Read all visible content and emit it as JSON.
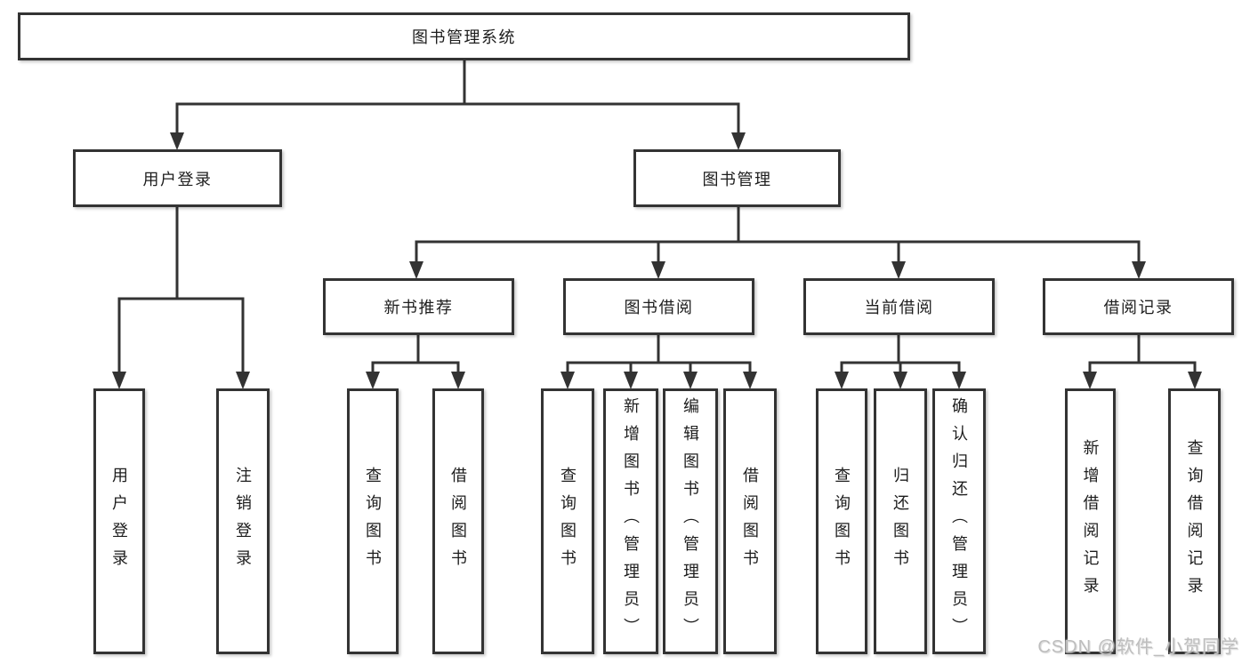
{
  "diagram": {
    "title": "图书管理系统",
    "tree": {
      "label": "图书管理系统",
      "children": [
        {
          "label": "用户登录",
          "children": [
            {
              "label": "用户登录"
            },
            {
              "label": "注销登录"
            }
          ]
        },
        {
          "label": "图书管理",
          "children": [
            {
              "label": "新书推荐",
              "children": [
                {
                  "label": "查询图书"
                },
                {
                  "label": "借阅图书"
                }
              ]
            },
            {
              "label": "图书借阅",
              "children": [
                {
                  "label": "查询图书"
                },
                {
                  "label": "新增图书（管理员）"
                },
                {
                  "label": "编辑图书（管理员）"
                },
                {
                  "label": "借阅图书"
                }
              ]
            },
            {
              "label": "当前借阅",
              "children": [
                {
                  "label": "查询图书"
                },
                {
                  "label": "归还图书"
                },
                {
                  "label": "确认归还（管理员）"
                }
              ]
            },
            {
              "label": "借阅记录",
              "children": [
                {
                  "label": "新增借阅记录"
                },
                {
                  "label": "查询借阅记录"
                }
              ]
            }
          ]
        }
      ]
    }
  },
  "watermark": "CSDN @软件_小贺同学",
  "colors": {
    "line": "#333333",
    "box_border": "#333333",
    "text": "#1d1d1d",
    "watermark": "#bdbdbd",
    "background": "#ffffff"
  }
}
